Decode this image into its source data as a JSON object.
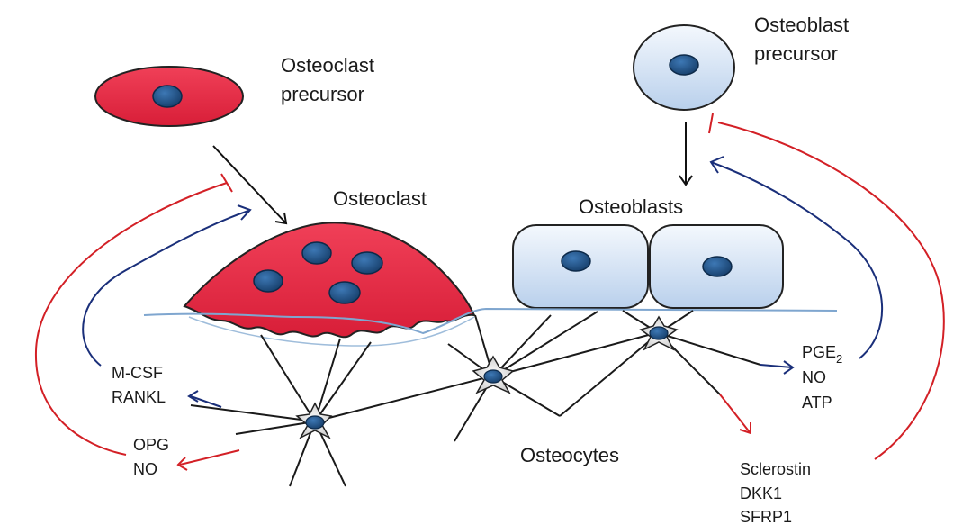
{
  "labels": {
    "osteoclast_precursor": [
      "Osteoclast",
      "precursor"
    ],
    "osteoblast_precursor": [
      "Osteoblast",
      "precursor"
    ],
    "osteoclast": "Osteoclast",
    "osteoblasts": "Osteoblasts",
    "osteocytes": "Osteocytes"
  },
  "signals": {
    "mcsf": "M-CSF",
    "rankl": "RANKL",
    "opg": "OPG",
    "no_left": "NO",
    "pge_base": "PGE",
    "pge_sub": "2",
    "no_right": "NO",
    "atp": "ATP",
    "sclerostin": "Sclerostin",
    "dkk1": "DKK1",
    "sfrp1": "SFRP1"
  },
  "colors": {
    "osteoclast_fill": "#e8233f",
    "osteoblast_fill": "#cfe0f3",
    "nucleus": "#1d4f82",
    "stimulate_arrow": "#1a2f7a",
    "inhibit_arrow": "#d32026",
    "neutral_arrow": "#111111",
    "bone_surface": "#6f9ac8"
  }
}
